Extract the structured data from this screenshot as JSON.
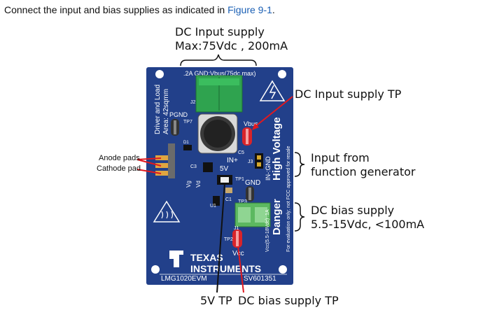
{
  "intro": {
    "text_before": "Connect the input and bias supplies as indicated in ",
    "link_text": "Figure 9-1",
    "text_after": "."
  },
  "callouts": {
    "dc_input_supply_line1": "DC Input supply",
    "dc_input_supply_line2": "Max:75Vdc , 200mA",
    "dc_input_tp": "DC Input supply TP",
    "input_fg_line1": "Input from",
    "input_fg_line2": "function generator",
    "dc_bias_line1": "DC bias supply",
    "dc_bias_line2": "5.5-15Vdc, <100mA",
    "anode_pads": "Anode pads",
    "cathode_pad": "Cathode pad",
    "tp_5v": "5V TP",
    "dc_bias_tp": "DC bias supply TP"
  },
  "board": {
    "top_silk": ".2A  GND:Vbus(75dc.max)",
    "driver_load_line1": "Driver and Load",
    "driver_load_line2": "Area: 42sqmm",
    "pgnd": "PGND",
    "tp7": "TP7",
    "vbus": "Vbus",
    "in_plus": "IN+",
    "five_v": "5V",
    "gnd": "GND",
    "vcc": "Vcc",
    "danger": "Danger",
    "high_voltage": "High Voltage",
    "in_gnd": "IN-:GND",
    "eval_note": "For evaluation only; not FCC approved for resale",
    "vcc_range": "Vcc(5.5-18Vdc) .1A",
    "brand_line1": "TEXAS",
    "brand_line2": "INSTRUMENTS",
    "model": "LMG1020EVM",
    "part_no": "SV601351"
  },
  "colors": {
    "pcb_blue": "#22408a",
    "terminal_green": "#2fa34f",
    "testpoint_red": "#d8242a",
    "callout_red": "#e0191f",
    "link_blue": "#1a5fb4"
  }
}
